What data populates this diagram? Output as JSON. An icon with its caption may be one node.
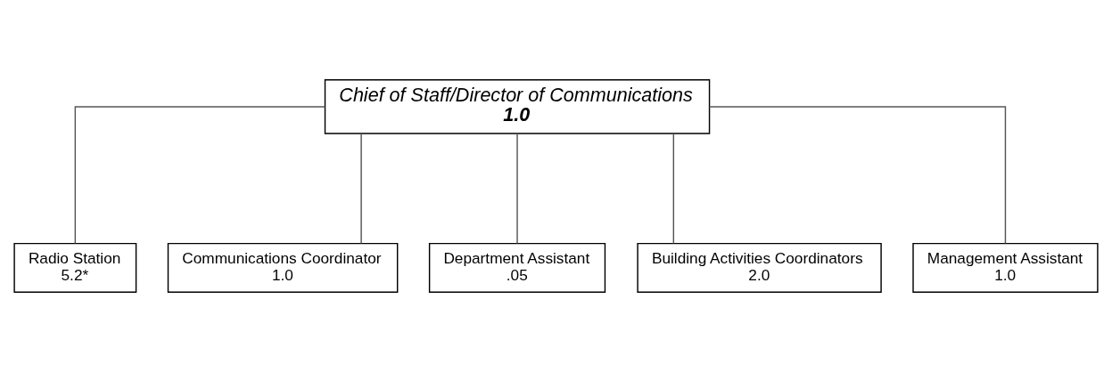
{
  "diagram": {
    "nodes": [
      {
        "text": [
          "Chief of Staff/Director of Communications",
          "1.0"
        ]
      },
      {
        "text": [
          "Radio Station",
          "5.2*"
        ]
      },
      {
        "text": [
          "Communications Coordinator",
          "1.0"
        ]
      },
      {
        "text": [
          "Department Assistant",
          ".05"
        ]
      },
      {
        "text": [
          "Building Activities Coordinators",
          "2.0"
        ]
      },
      {
        "text": [
          "Management Assistant",
          "1.0"
        ]
      }
    ],
    "edges": [
      {
        "from": 0,
        "to": 1,
        "arrow": "none"
      },
      {
        "from": 0,
        "to": 2,
        "arrow": "none"
      },
      {
        "from": 0,
        "to": 3,
        "arrow": "none"
      },
      {
        "from": 0,
        "to": 4,
        "arrow": "none"
      },
      {
        "from": 0,
        "to": 5,
        "arrow": "none"
      }
    ]
  }
}
